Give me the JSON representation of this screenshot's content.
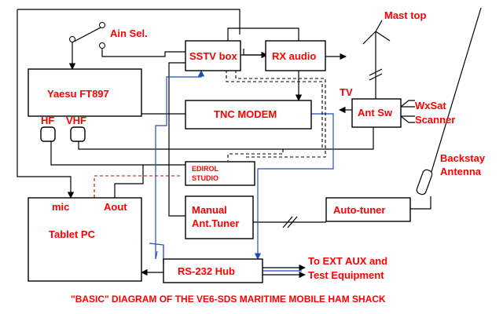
{
  "labels": {
    "mast_top": "Mast top",
    "ain_sel": "Ain Sel.",
    "sstv_box": "SSTV box",
    "rx_audio": "RX audio",
    "yaesu": "Yaesu FT897",
    "hf": "HF",
    "vhf": "VHF",
    "tnc_modem": "TNC MODEM",
    "tv": "TV",
    "ant_sw": "Ant Sw",
    "wxsat": "WxSat",
    "scanner": "Scanner",
    "backstay_line1": "Backstay",
    "backstay_line2": "Antenna",
    "edirol_line1": "EDIROL",
    "edirol_line2": "STUDIO",
    "mic": "mic",
    "aout": "Aout",
    "tablet_pc": "Tablet PC",
    "manual_tuner_line1": "Manual",
    "manual_tuner_line2": "Ant.Tuner",
    "auto_tuner": "Auto-tuner",
    "rs232_hub": "RS-232 Hub",
    "ext_aux_line1": "To EXT AUX and",
    "ext_aux_line2": "Test Equipment",
    "caption": "\"BASIC\" DIAGRAM OF THE VE6-SDS MARITIME MOBILE HAM SHACK"
  },
  "colors": {
    "text": "#ff0000",
    "lines": "#000000",
    "serial_lines": "#1f4fbf",
    "dashed_red": "#cc0000"
  }
}
